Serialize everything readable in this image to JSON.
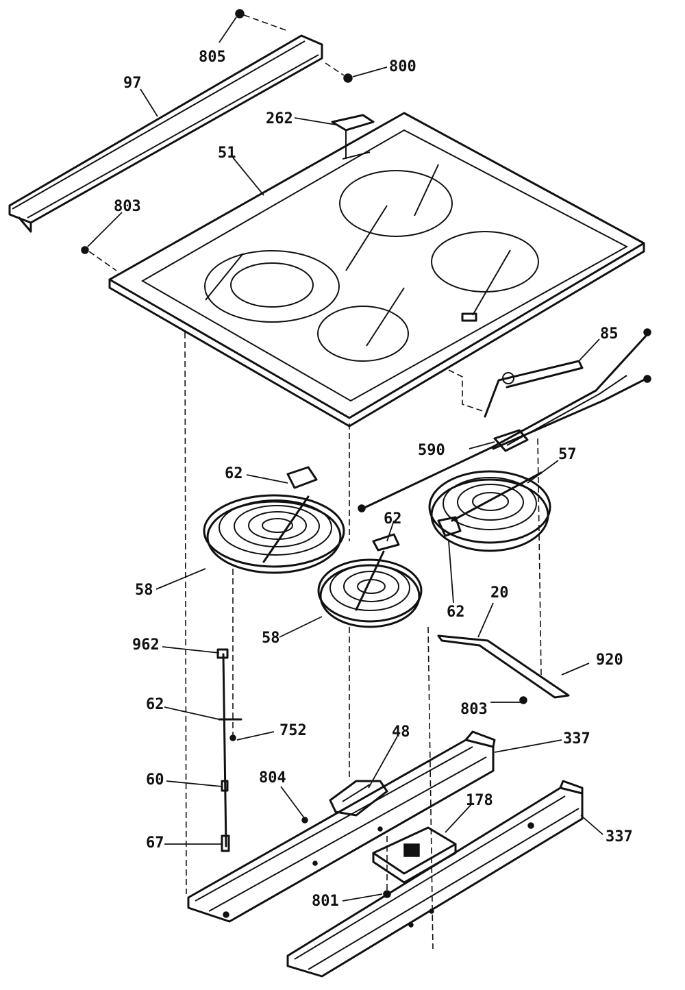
{
  "callouts": [
    {
      "id": "c-805",
      "text": "805"
    },
    {
      "id": "c-800",
      "text": "800"
    },
    {
      "id": "c-97",
      "text": "97"
    },
    {
      "id": "c-262",
      "text": "262"
    },
    {
      "id": "c-51",
      "text": "51"
    },
    {
      "id": "c-803a",
      "text": "803"
    },
    {
      "id": "c-85",
      "text": "85"
    },
    {
      "id": "c-590",
      "text": "590"
    },
    {
      "id": "c-57",
      "text": "57"
    },
    {
      "id": "c-62a",
      "text": "62"
    },
    {
      "id": "c-62b",
      "text": "62"
    },
    {
      "id": "c-62c",
      "text": "62"
    },
    {
      "id": "c-58a",
      "text": "58"
    },
    {
      "id": "c-58b",
      "text": "58"
    },
    {
      "id": "c-20",
      "text": "20"
    },
    {
      "id": "c-962",
      "text": "962"
    },
    {
      "id": "c-920",
      "text": "920"
    },
    {
      "id": "c-803b",
      "text": "803"
    },
    {
      "id": "c-62d",
      "text": "62"
    },
    {
      "id": "c-752",
      "text": "752"
    },
    {
      "id": "c-48",
      "text": "48"
    },
    {
      "id": "c-337a",
      "text": "337"
    },
    {
      "id": "c-60",
      "text": "60"
    },
    {
      "id": "c-804",
      "text": "804"
    },
    {
      "id": "c-178",
      "text": "178"
    },
    {
      "id": "c-337b",
      "text": "337"
    },
    {
      "id": "c-67",
      "text": "67"
    },
    {
      "id": "c-801",
      "text": "801"
    }
  ]
}
